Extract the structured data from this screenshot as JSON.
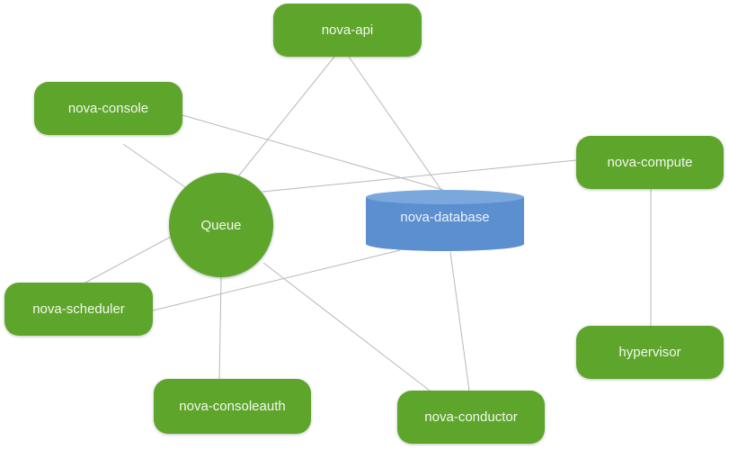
{
  "nodes": {
    "api": "nova-api",
    "console": "nova-console",
    "compute": "nova-compute",
    "queue": "Queue",
    "database": "nova-database",
    "scheduler": "nova-scheduler",
    "hypervisor": "hypervisor",
    "consoleauth": "nova-consoleauth",
    "conductor": "nova-conductor"
  },
  "colors": {
    "node": "#5ea52b",
    "database": "#5b8fcf",
    "edge": "#b8b8b8"
  }
}
